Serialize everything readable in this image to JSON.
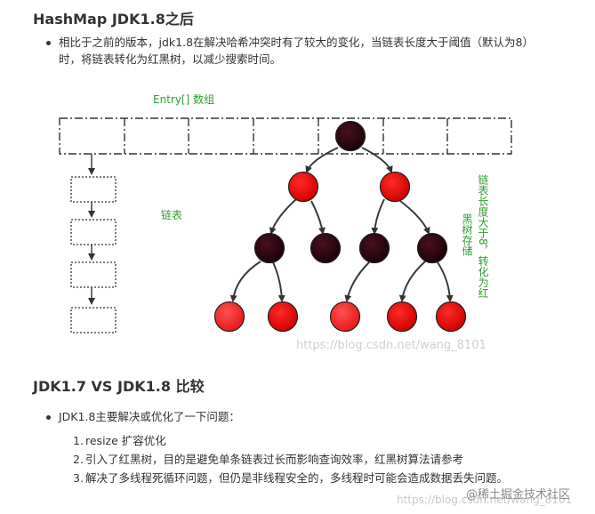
{
  "section1": {
    "heading": "HashMap JDK1.8之后",
    "bullet_line1": "相比于之前的版本，jdk1.8在解决哈希冲突时有了较大的变化，当链表长度大于阈值（默认为8）",
    "bullet_line2": "时，将链表转化为红黑树，以减少搜索时间。"
  },
  "diagram": {
    "entry_label": "Entry[] 数组",
    "list_label": "链表",
    "tree_note_col1": "链表长度大于8，转化为红",
    "tree_note_col2": "黑树存储",
    "label_color": "#2e9e2e",
    "node_dark": "#2a0510",
    "node_red": "#ee1111",
    "node_light_red": "#ff3333"
  },
  "section2": {
    "heading": "JDK1.7 VS JDK1.8 比较",
    "bullet": "JDK1.8主要解决或优化了一下问题：",
    "items": [
      {
        "num": "1.",
        "text": "resize 扩容优化"
      },
      {
        "num": "2.",
        "text": "引入了红黑树，目的是避免单条链表过长而影响查询效率，红黑树算法请参考"
      },
      {
        "num": "3.",
        "text": "解决了多线程死循环问题，但仍是非线程安全的，多线程时可能会造成数据丢失问题。"
      }
    ]
  },
  "watermarks": {
    "diagram": "https://blog.csdn.net/wang_8101",
    "bottom_url": "https://blog.csdn.net/wang_8101",
    "site": "@稀土掘金技术社区"
  }
}
